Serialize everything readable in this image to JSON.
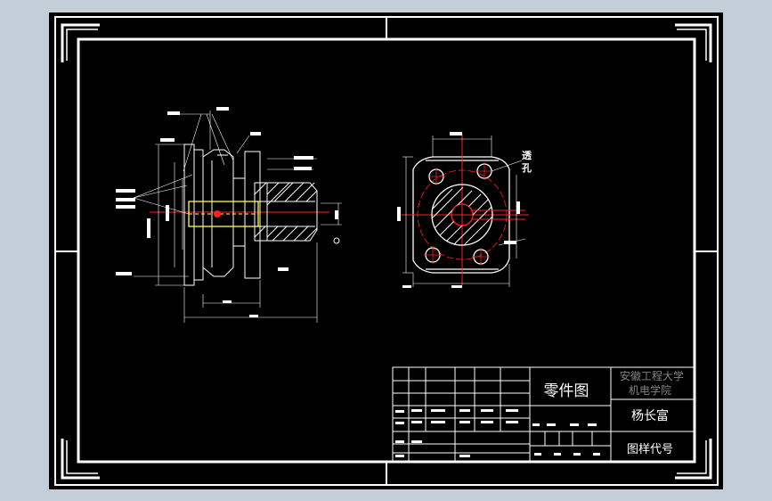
{
  "title_block": {
    "drawing_type": "零件图",
    "school_line1": "安徽工程大学",
    "school_line2": "机电学院",
    "author": "杨长富",
    "drawing_code_label": "图样代号"
  },
  "annotations": {
    "through_hole_line1": "透",
    "through_hole_line2": "孔"
  },
  "colors": {
    "background_outer": "#c3ced9",
    "drawing_area": "#000000",
    "frame": "#ffffff",
    "center_line": "#ff2020",
    "hidden_line": "#ffff40",
    "section_hatch": "#ffffff"
  }
}
